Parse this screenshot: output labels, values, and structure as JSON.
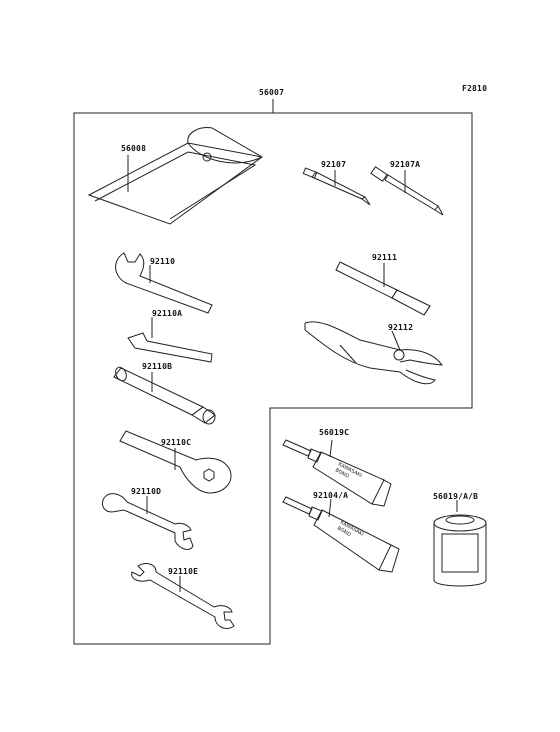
{
  "figure_code": "F2810",
  "parts": {
    "kit": "56007",
    "pouch": "56008",
    "screwdriver_a": "92107",
    "screwdriver_b": "92107A",
    "hook_wrench": "92110",
    "extension_bar": "92111",
    "hex_key": "92110A",
    "pliers": "92112",
    "box_wrench": "92110B",
    "ring_wrench": "92110C",
    "bond_tube_small": "56019C",
    "open_wrench_d": "92110D",
    "bond_tube_a": "92104/A",
    "bond_can": "56019/A/B",
    "open_wrench_e": "92110E"
  },
  "tube_print": {
    "brand": "KAWASAKI",
    "product": "BOND"
  }
}
